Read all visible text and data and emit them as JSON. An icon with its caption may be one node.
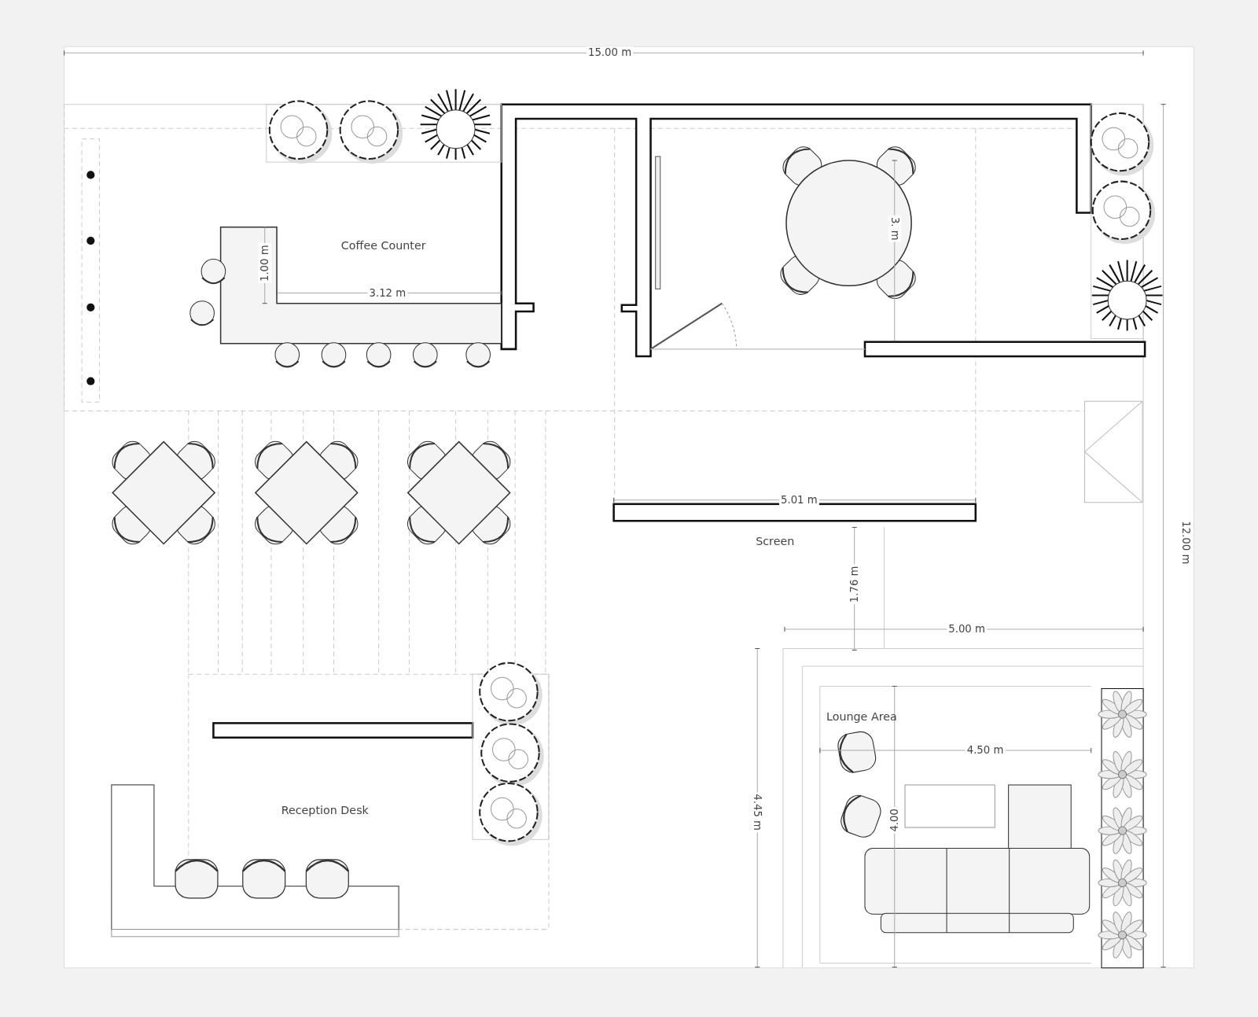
{
  "diagram": {
    "labels": [
      "15.00 m",
      "Coffee Counter",
      "1.00 m",
      "3.12 m",
      "3. m",
      "5.01 m",
      "Screen",
      "12.00 m",
      "1.76 m",
      "5.00 m",
      "Lounge Area",
      "4.50 m",
      "Reception Desk",
      "4.45 m",
      "4.00"
    ]
  }
}
